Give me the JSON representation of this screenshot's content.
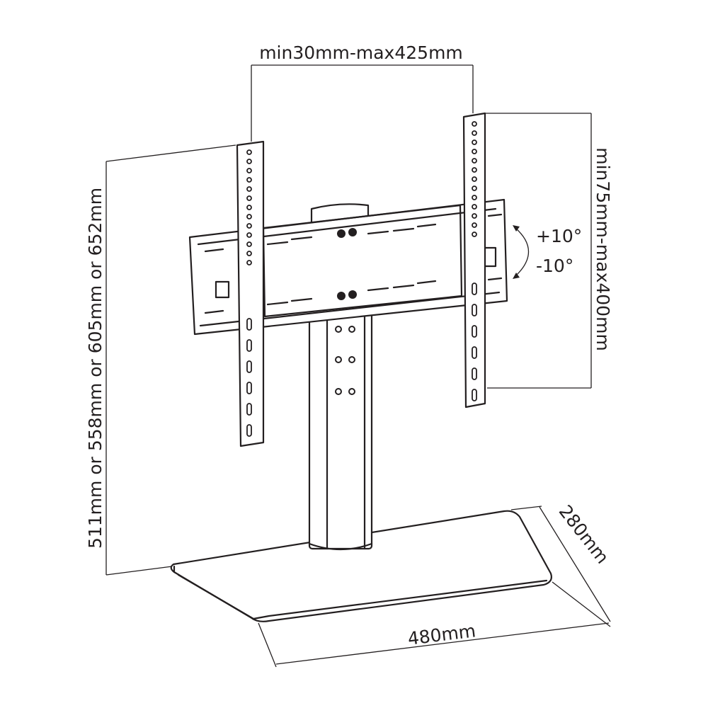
{
  "dimensions": {
    "vesa_width": "min30mm-max425mm",
    "vesa_height": "min75mm-max400mm",
    "tilt_up": "+10°",
    "tilt_down": "-10°",
    "overall_height": "511mm or 558mm or 605mm or 652mm",
    "base_depth": "280mm",
    "base_width": "480mm"
  },
  "colors": {
    "line": "#231f20",
    "background": "#ffffff"
  }
}
